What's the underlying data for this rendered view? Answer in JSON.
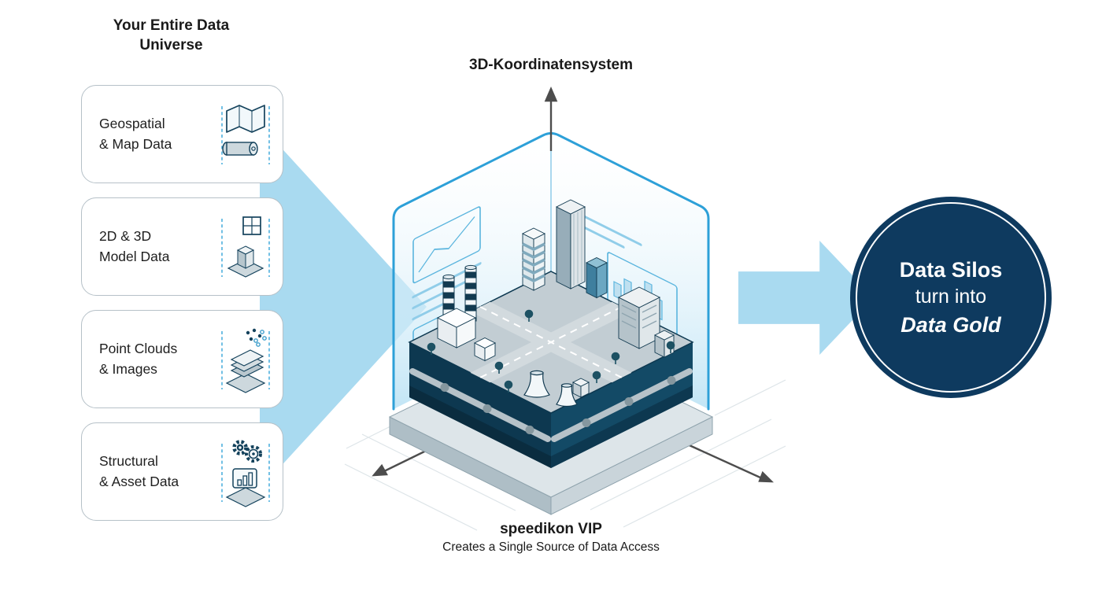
{
  "left_panel": {
    "title": "Your Entire Data\nUniverse",
    "cards": [
      {
        "label": "Geospatial\n& Map Data",
        "icon": "map-icon"
      },
      {
        "label": "2D & 3D\nModel Data",
        "icon": "model-2d3d-icon"
      },
      {
        "label": "Point Clouds\n& Images",
        "icon": "point-cloud-icon"
      },
      {
        "label": "Structural\n& Asset Data",
        "icon": "gears-asset-icon"
      }
    ]
  },
  "center": {
    "coordinate_label": "3D-Koordinatensystem",
    "product_name": "speedikon VIP",
    "product_caption": "Creates a Single Source of Data Access"
  },
  "result": {
    "line1": "Data Silos",
    "line2": "turn into",
    "line3": "Data Gold"
  },
  "colors": {
    "arrow_blue": "#a9daf0",
    "outline_blue": "#2da0d8",
    "result_navy": "#0e3a5f",
    "platform_navy": "#0d3850",
    "slab_gray": "#dde5e9",
    "text": "#1a1a1a"
  }
}
